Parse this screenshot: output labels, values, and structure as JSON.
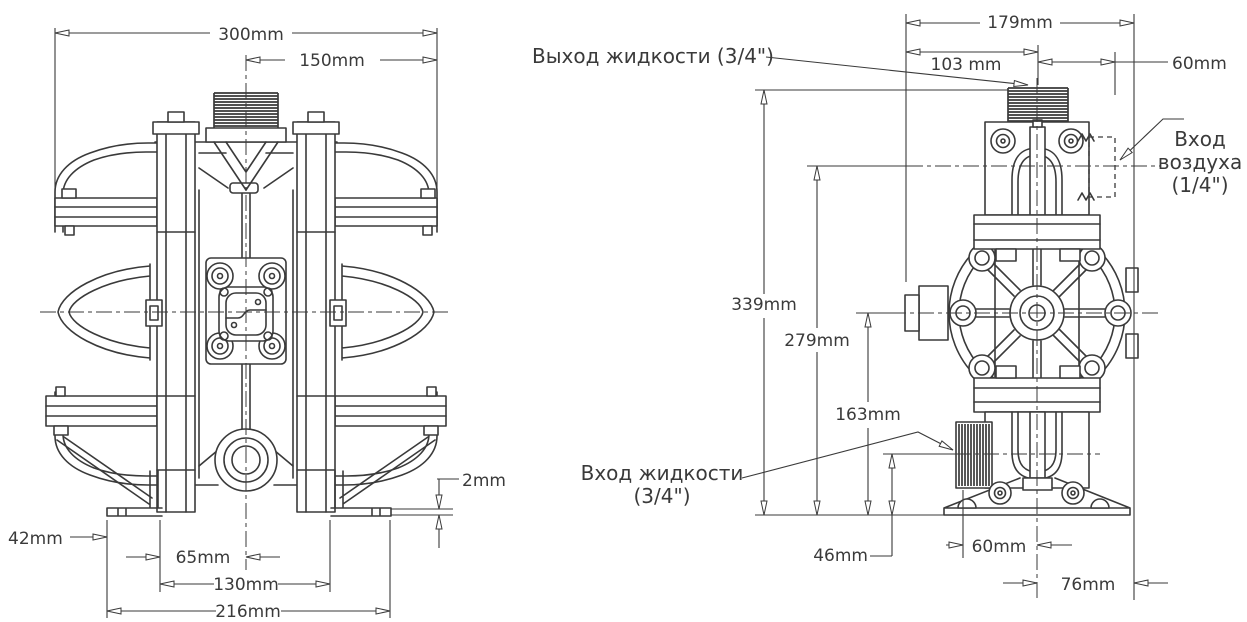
{
  "drawing": {
    "type": "technical-dimension-drawing",
    "subject": "air-operated double diaphragm pump, two orthographic views",
    "units": "mm",
    "colors": {
      "line": "#3a3a3a",
      "background": "#ffffff"
    },
    "front": {
      "dims": {
        "w300": "300mm",
        "w150": "150mm",
        "t2": "2mm",
        "d42": "42mm",
        "d65": "65mm",
        "d130": "130mm",
        "d216": "216mm"
      }
    },
    "side": {
      "dims": {
        "d179": "179mm",
        "d103": "103 mm",
        "d60_top": "60mm",
        "d339": "339mm",
        "d279": "279mm",
        "d163": "163mm",
        "d46": "46mm",
        "d60_bottom": "60mm",
        "d76": "76mm"
      }
    },
    "labels": {
      "fluid_outlet": "Выход жидкости (3/4\")",
      "air_inlet_line1": "Вход",
      "air_inlet_line2": "воздуха",
      "air_inlet_line3": "(1/4\")",
      "fluid_inlet_line1": "Вход жидкости",
      "fluid_inlet_line2": "(3/4\")"
    }
  }
}
